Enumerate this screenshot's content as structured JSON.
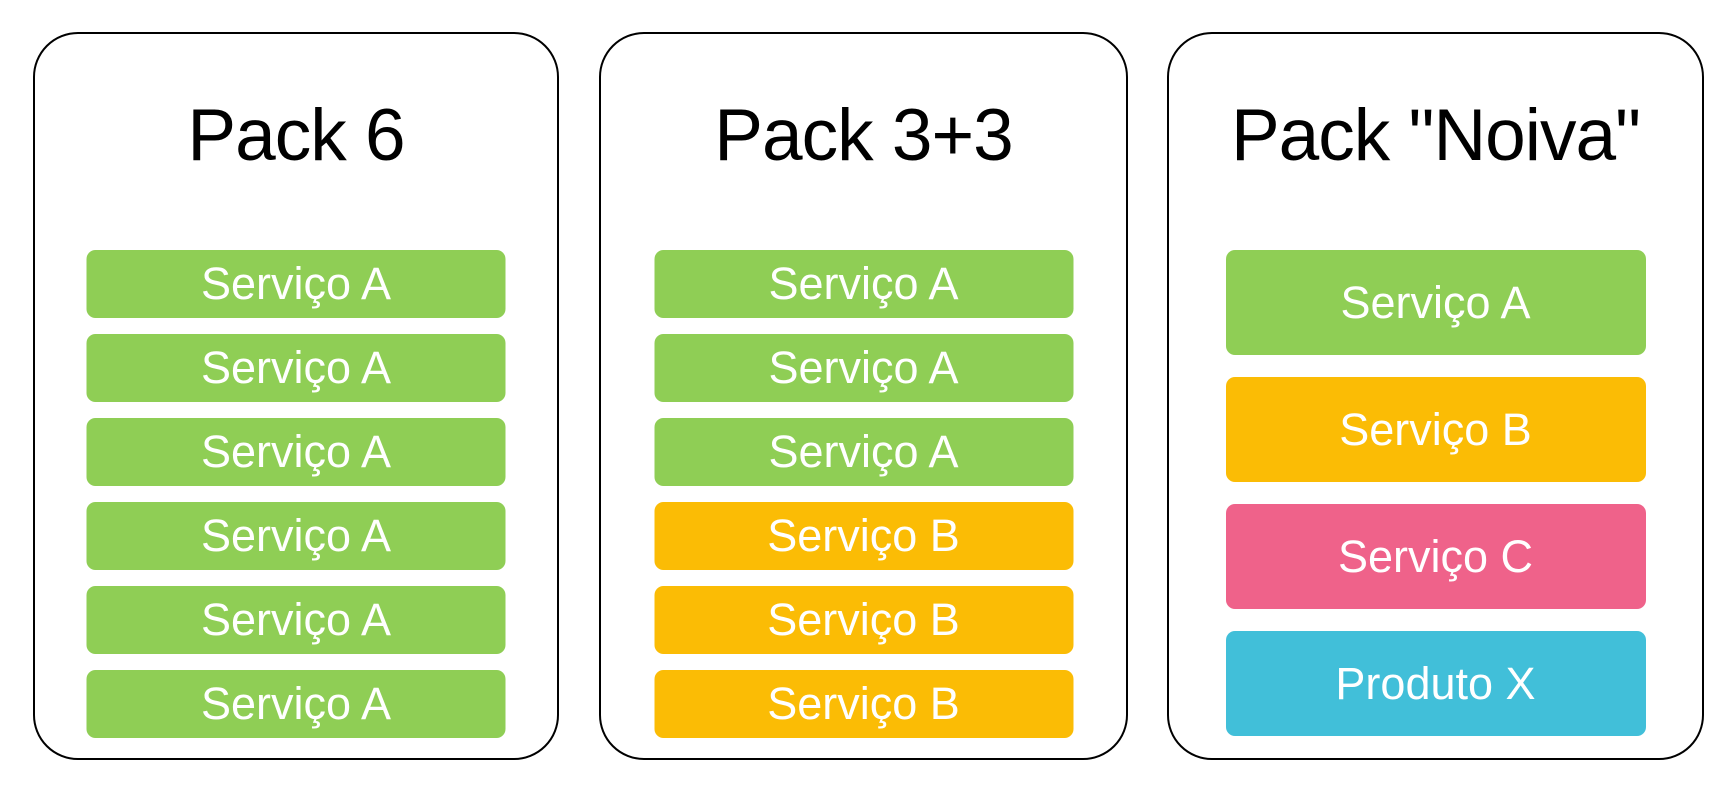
{
  "diagram": {
    "palette": {
      "green": "#8FCE55",
      "yellow": "#FBBC05",
      "pink": "#EF628A",
      "blue": "#41BFD9",
      "bar_text": "#FFFFFF",
      "card_border": "#000000",
      "title_text": "#000000",
      "background": "#FFFFFF"
    },
    "cards": [
      {
        "title": "Pack 6",
        "items": [
          {
            "label": "Serviço A",
            "color": "green"
          },
          {
            "label": "Serviço A",
            "color": "green"
          },
          {
            "label": "Serviço A",
            "color": "green"
          },
          {
            "label": "Serviço A",
            "color": "green"
          },
          {
            "label": "Serviço A",
            "color": "green"
          },
          {
            "label": "Serviço A",
            "color": "green"
          }
        ]
      },
      {
        "title": "Pack 3+3",
        "items": [
          {
            "label": "Serviço A",
            "color": "green"
          },
          {
            "label": "Serviço A",
            "color": "green"
          },
          {
            "label": "Serviço A",
            "color": "green"
          },
          {
            "label": "Serviço B",
            "color": "yellow"
          },
          {
            "label": "Serviço B",
            "color": "yellow"
          },
          {
            "label": "Serviço B",
            "color": "yellow"
          }
        ]
      },
      {
        "title": "Pack \"Noiva\"",
        "items": [
          {
            "label": "Serviço A",
            "color": "green"
          },
          {
            "label": "Serviço B",
            "color": "yellow"
          },
          {
            "label": "Serviço C",
            "color": "pink"
          },
          {
            "label": "Produto X",
            "color": "blue"
          }
        ]
      }
    ]
  }
}
